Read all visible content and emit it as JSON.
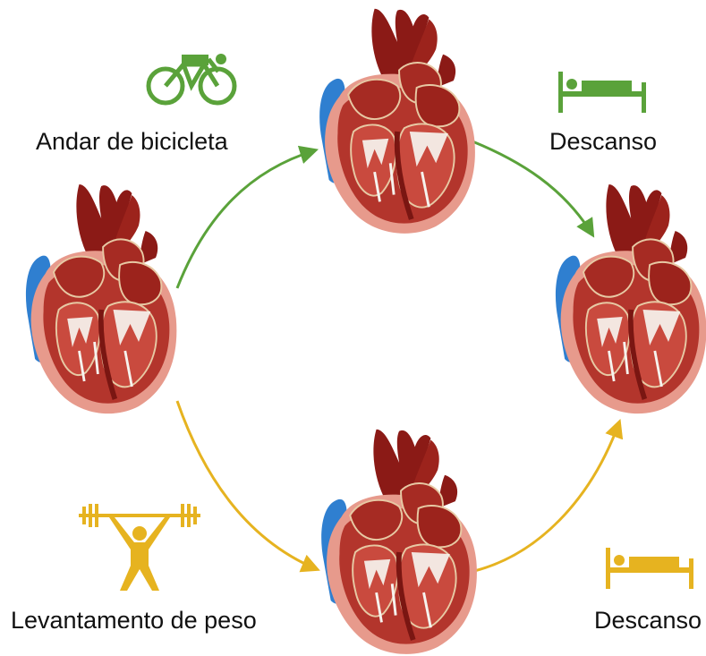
{
  "colors": {
    "cycling_path": "#5aa23a",
    "weight_path": "#e6b320",
    "heart_dark": "#8b1a16",
    "heart_mid": "#b3352c",
    "heart_light": "#e79a8c",
    "vein_blue": "#2f7fd0",
    "valve_white": "#f6f3ee"
  },
  "labels": {
    "cycling": "Andar de bicicleta",
    "rest_top": "Descanso",
    "weightlifting": "Levantamento de peso",
    "rest_bottom": "Descanso"
  },
  "icons": {
    "cycling": "bicycle-icon",
    "rest_top": "bed-icon",
    "weightlifting": "weightlifter-icon",
    "rest_bottom": "bed-icon"
  }
}
